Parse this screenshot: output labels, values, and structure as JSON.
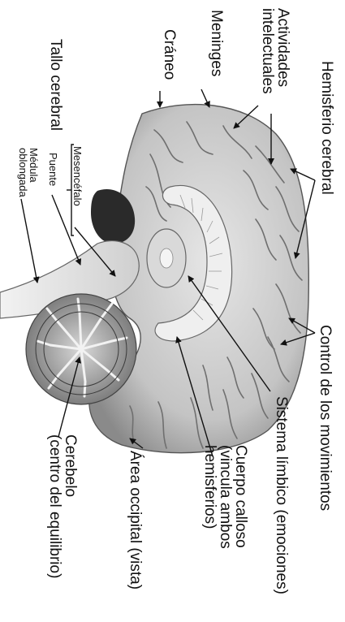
{
  "diagram": {
    "colors": {
      "ink": "#111111",
      "brain": "#bfbfbf",
      "brain_shadow": "#7a7a7a",
      "background": "#ffffff"
    },
    "labels": {
      "hemisferio": "Hemisferio cerebral",
      "actividades_line1": "Actividades",
      "actividades_line2": "intelectuales",
      "meninges": "Meninges",
      "craneo": "Cráneo",
      "tallo": "Tallo cerebral",
      "mesencefalo": "Mesencéfalo",
      "puente": "Puente",
      "medula_line1": "Médula",
      "medula_line2": "oblongada",
      "control": "Control de los movimientos",
      "limbico": "Sistema límbico (emociones)",
      "calloso_line1": "Cuerpo calloso",
      "calloso_line2": "(vincula ambos",
      "calloso_line3": "hemisferios)",
      "occipital": "Área occipital (vista)",
      "cerebelo_line1": "Cerebelo",
      "cerebelo_line2": "(centro del equilibrio)"
    }
  }
}
